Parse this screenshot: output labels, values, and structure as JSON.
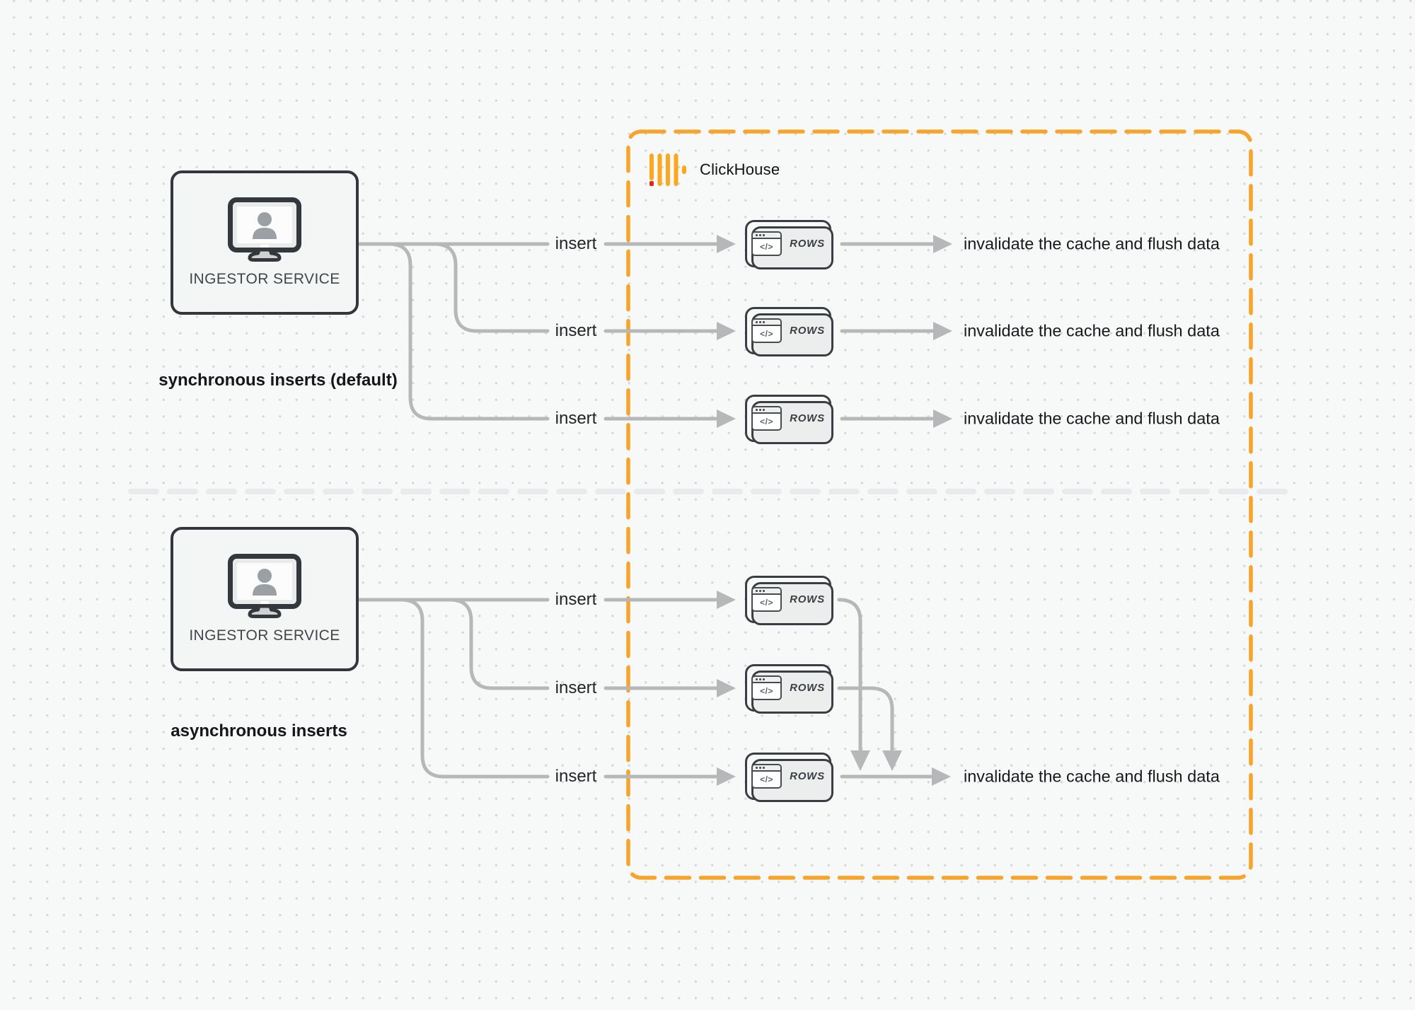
{
  "clickhouse": {
    "label": "ClickHouse"
  },
  "icons": {
    "code_glyph": "</>"
  },
  "sync_section": {
    "service_label": "INGESTOR SERVICE",
    "caption": "synchronous inserts (default)",
    "rows": [
      {
        "insert_label": "insert",
        "card_label": "ROWS",
        "result_label": "invalidate the cache and flush data"
      },
      {
        "insert_label": "insert",
        "card_label": "ROWS",
        "result_label": "invalidate the cache and flush data"
      },
      {
        "insert_label": "insert",
        "card_label": "ROWS",
        "result_label": "invalidate the cache and flush data"
      }
    ]
  },
  "async_section": {
    "service_label": "INGESTOR SERVICE",
    "caption": "asynchronous inserts",
    "rows": [
      {
        "insert_label": "insert",
        "card_label": "ROWS"
      },
      {
        "insert_label": "insert",
        "card_label": "ROWS"
      },
      {
        "insert_label": "insert",
        "card_label": "ROWS",
        "result_label": "invalidate the cache and flush data"
      }
    ]
  },
  "colors": {
    "accent_orange": "#F8A329",
    "clickhouse_yellow": "#FAA81E",
    "clickhouse_red": "#E6231E",
    "connector_gray": "#B5B7B9",
    "divider_gray": "#E9EAEB"
  }
}
